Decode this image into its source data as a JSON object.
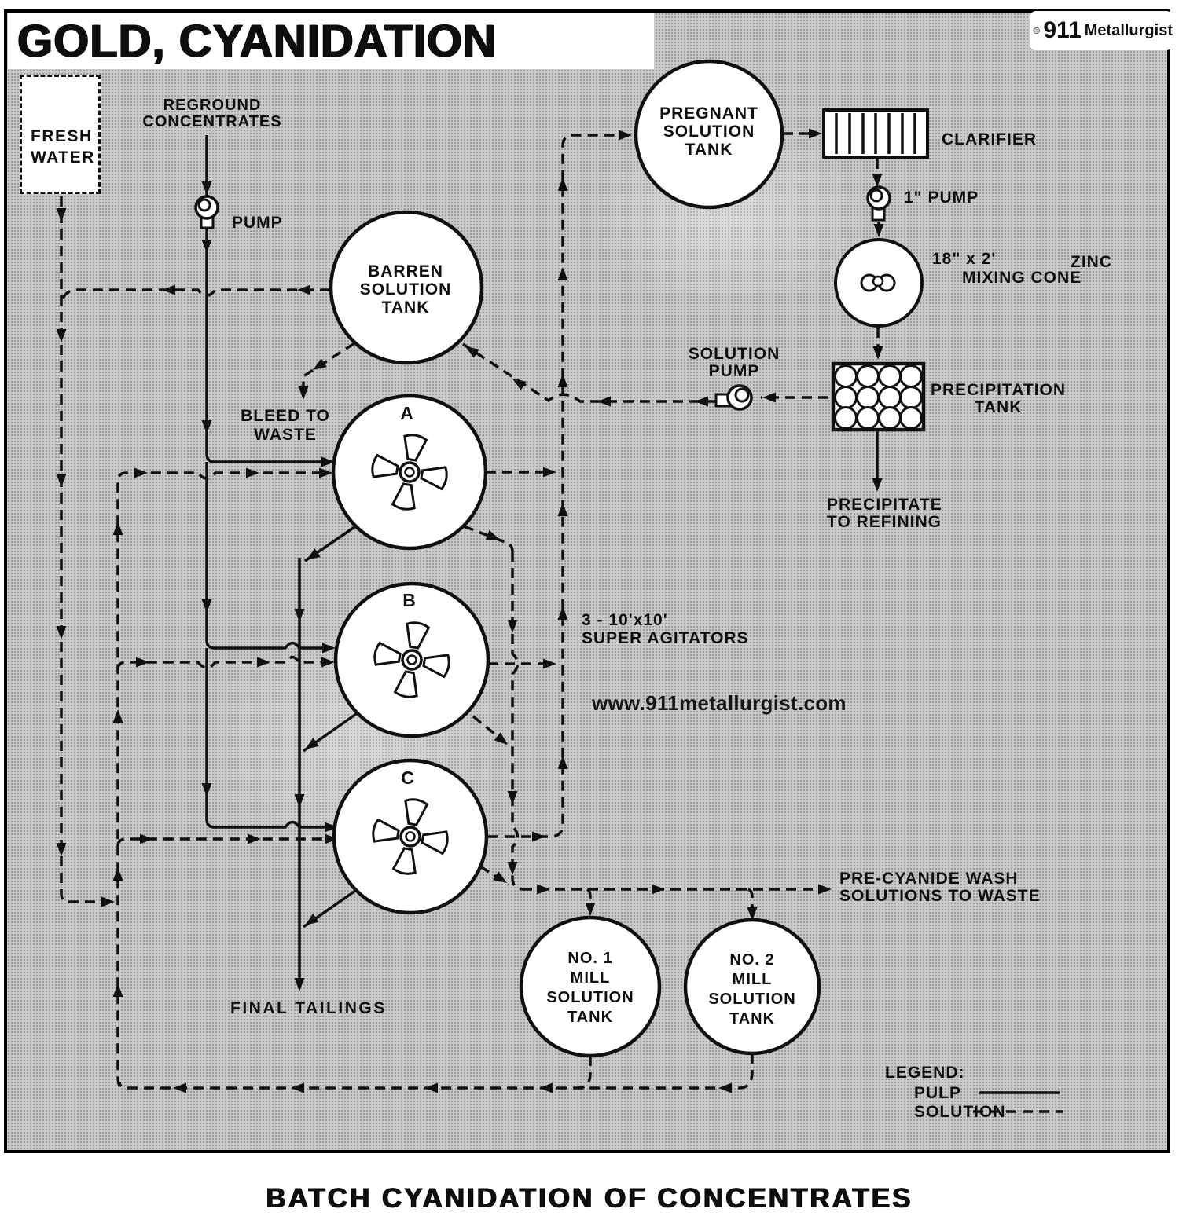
{
  "title": "GOLD, CYANIDATION",
  "caption": "BATCH CYANIDATION OF CONCENTRATES",
  "logo": {
    "number": "911",
    "name": "Metallurgist"
  },
  "watermark": "www.911metallurgist.com",
  "colors": {
    "line": "#101010",
    "background": "#c9c9c9",
    "paper": "#ffffff"
  },
  "legend": {
    "title": "LEGEND:",
    "pulp": "PULP",
    "solution": "SOLUTION"
  },
  "labels": {
    "fresh_water": [
      "FRESH",
      "WATER"
    ],
    "reground": [
      "REGROUND",
      "CONCENTRATES"
    ],
    "pump": "PUMP",
    "pregnant_tank": [
      "PREGNANT",
      "SOLUTION",
      "TANK"
    ],
    "clarifier": "CLARIFIER",
    "inch_pump": "1\" PUMP",
    "zinc_size": "18\" x 2'",
    "zinc": "ZINC",
    "mixing_cone": "MIXING CONE",
    "solution_pump": [
      "SOLUTION",
      "PUMP"
    ],
    "precipitation_tank": [
      "PRECIPITATION",
      "TANK"
    ],
    "precipitate": [
      "PRECIPITATE",
      "TO REFINING"
    ],
    "barren_tank": [
      "BARREN",
      "SOLUTION",
      "TANK"
    ],
    "bleed": [
      "BLEED TO",
      "WASTE"
    ],
    "agitator_a": "A",
    "agitator_b": "B",
    "agitator_c": "C",
    "agitators_note": [
      "3 - 10'x10'",
      "SUPER  AGITATORS"
    ],
    "final_tailings": "FINAL  TAILINGS",
    "mill1": [
      "NO. 1",
      "MILL",
      "SOLUTION",
      "TANK"
    ],
    "mill2": [
      "NO. 2",
      "MILL",
      "SOLUTION",
      "TANK"
    ],
    "precyanide": [
      "PRE-CYANIDE  WASH",
      "SOLUTIONS  TO  WASTE"
    ]
  }
}
